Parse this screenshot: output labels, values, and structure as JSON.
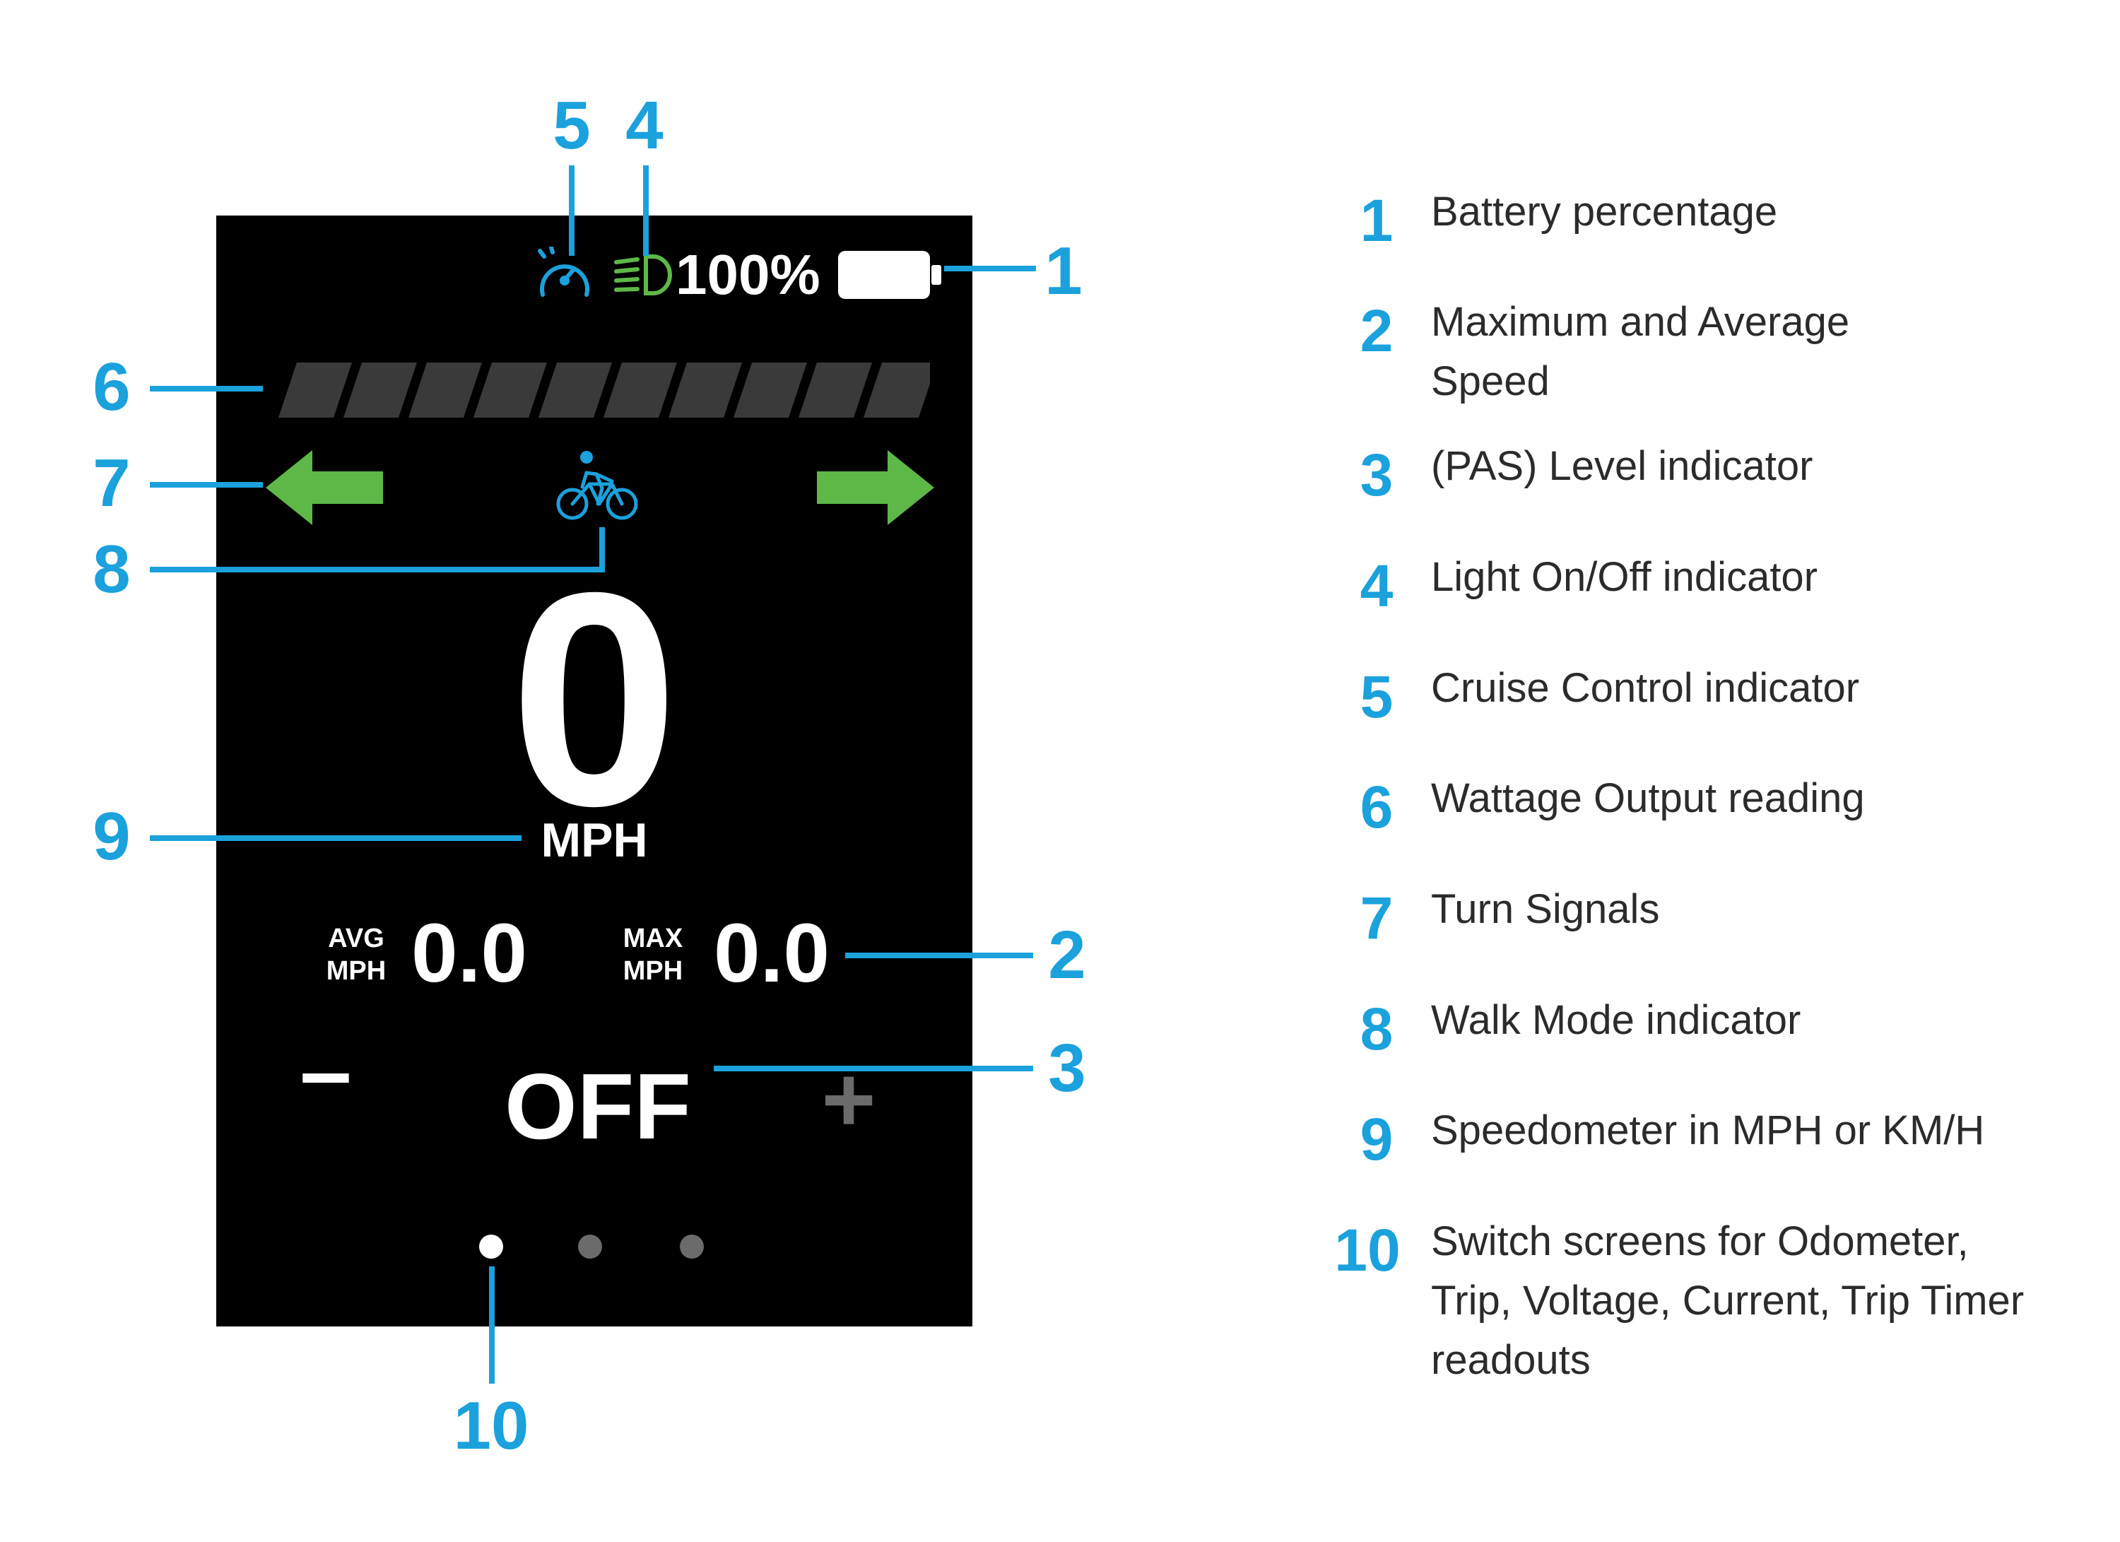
{
  "colors": {
    "accent_blue": "#1ba1dc",
    "green": "#5db848",
    "screen_bg": "#000000",
    "text_white": "#ffffff",
    "segment_gray": "#3a3a3a",
    "dim_gray": "#6b6b6b",
    "legend_text": "#2b2b2b"
  },
  "display": {
    "status_bar": {
      "cruise_icon": "speedometer-icon",
      "light_icon": "headlight-icon",
      "battery_percent": "100%",
      "battery_icon": "battery-icon",
      "battery_level": 1.0
    },
    "wattage_bar": {
      "segments_total": 10,
      "segments_lit": 0
    },
    "turn_signals": {
      "left_icon": "arrow-left-icon",
      "right_icon": "arrow-right-icon"
    },
    "walk_mode_icon": "bicycle-rider-icon",
    "speed": {
      "value": "0",
      "unit": "MPH"
    },
    "avg": {
      "label_top": "AVG",
      "label_bottom": "MPH",
      "value": "0.0"
    },
    "max": {
      "label_top": "MAX",
      "label_bottom": "MPH",
      "value": "0.0"
    },
    "pas": {
      "minus": "–",
      "level": "OFF",
      "plus": "+"
    },
    "page_dots": {
      "count": 3,
      "active": 0
    }
  },
  "callouts": [
    "1",
    "2",
    "3",
    "4",
    "5",
    "6",
    "7",
    "8",
    "9",
    "10"
  ],
  "legend": [
    {
      "num": "1",
      "text": "Battery percentage"
    },
    {
      "num": "2",
      "text": "Maximum and Average Speed"
    },
    {
      "num": "3",
      "text": "(PAS) Level indicator"
    },
    {
      "num": "4",
      "text": "Light On/Off indicator"
    },
    {
      "num": "5",
      "text": "Cruise Control indicator"
    },
    {
      "num": "6",
      "text": "Wattage Output reading"
    },
    {
      "num": "7",
      "text": "Turn Signals"
    },
    {
      "num": "8",
      "text": "Walk Mode indicator"
    },
    {
      "num": "9",
      "text": "Speedometer in MPH or KM/H"
    },
    {
      "num": "10",
      "text": "Switch screens for Odometer, Trip, Voltage, Current, Trip Timer readouts"
    }
  ]
}
